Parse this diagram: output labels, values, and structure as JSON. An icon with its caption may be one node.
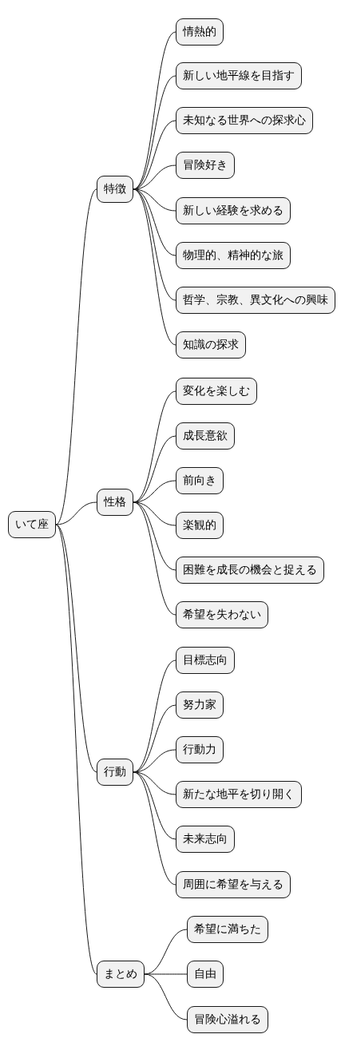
{
  "diagram": {
    "nodes": [
      {
        "text": [
          "いて座"
        ]
      },
      {
        "text": [
          "特徴"
        ]
      },
      {
        "text": [
          "情熱的"
        ]
      },
      {
        "text": [
          "新しい地平線を目指す"
        ]
      },
      {
        "text": [
          "未知なる世界への探求心"
        ]
      },
      {
        "text": [
          "冒険好き"
        ]
      },
      {
        "text": [
          "新しい経験を求める"
        ]
      },
      {
        "text": [
          "物理的、精神的な旅"
        ]
      },
      {
        "text": [
          "哲学、宗教、異文化への興味"
        ]
      },
      {
        "text": [
          "知識の探求"
        ]
      },
      {
        "text": [
          "性格"
        ]
      },
      {
        "text": [
          "変化を楽しむ"
        ]
      },
      {
        "text": [
          "成長意欲"
        ]
      },
      {
        "text": [
          "前向き"
        ]
      },
      {
        "text": [
          "楽観的"
        ]
      },
      {
        "text": [
          "困難を成長の機会と捉える"
        ]
      },
      {
        "text": [
          "希望を失わない"
        ]
      },
      {
        "text": [
          "行動"
        ]
      },
      {
        "text": [
          "目標志向"
        ]
      },
      {
        "text": [
          "努力家"
        ]
      },
      {
        "text": [
          "行動力"
        ]
      },
      {
        "text": [
          "新たな地平を切り開く"
        ]
      },
      {
        "text": [
          "未来志向"
        ]
      },
      {
        "text": [
          "周囲に希望を与える"
        ]
      },
      {
        "text": [
          "まとめ"
        ]
      },
      {
        "text": [
          "希望に満ちた"
        ]
      },
      {
        "text": [
          "自由"
        ]
      },
      {
        "text": [
          "冒険心溢れる"
        ]
      }
    ],
    "edges": [
      {
        "from": 0,
        "to": 1,
        "arrow": "none"
      },
      {
        "from": 1,
        "to": 2,
        "arrow": "none"
      },
      {
        "from": 1,
        "to": 3,
        "arrow": "none"
      },
      {
        "from": 1,
        "to": 4,
        "arrow": "none"
      },
      {
        "from": 1,
        "to": 5,
        "arrow": "none"
      },
      {
        "from": 1,
        "to": 6,
        "arrow": "none"
      },
      {
        "from": 1,
        "to": 7,
        "arrow": "none"
      },
      {
        "from": 1,
        "to": 8,
        "arrow": "none"
      },
      {
        "from": 1,
        "to": 9,
        "arrow": "none"
      },
      {
        "from": 0,
        "to": 10,
        "arrow": "none"
      },
      {
        "from": 10,
        "to": 11,
        "arrow": "none"
      },
      {
        "from": 10,
        "to": 12,
        "arrow": "none"
      },
      {
        "from": 10,
        "to": 13,
        "arrow": "none"
      },
      {
        "from": 10,
        "to": 14,
        "arrow": "none"
      },
      {
        "from": 10,
        "to": 15,
        "arrow": "none"
      },
      {
        "from": 10,
        "to": 16,
        "arrow": "none"
      },
      {
        "from": 0,
        "to": 17,
        "arrow": "none"
      },
      {
        "from": 17,
        "to": 18,
        "arrow": "none"
      },
      {
        "from": 17,
        "to": 19,
        "arrow": "none"
      },
      {
        "from": 17,
        "to": 20,
        "arrow": "none"
      },
      {
        "from": 17,
        "to": 21,
        "arrow": "none"
      },
      {
        "from": 17,
        "to": 22,
        "arrow": "none"
      },
      {
        "from": 17,
        "to": 23,
        "arrow": "none"
      },
      {
        "from": 0,
        "to": 24,
        "arrow": "none"
      },
      {
        "from": 24,
        "to": 25,
        "arrow": "none"
      },
      {
        "from": 24,
        "to": 26,
        "arrow": "none"
      },
      {
        "from": 24,
        "to": 27,
        "arrow": "none"
      }
    ]
  }
}
